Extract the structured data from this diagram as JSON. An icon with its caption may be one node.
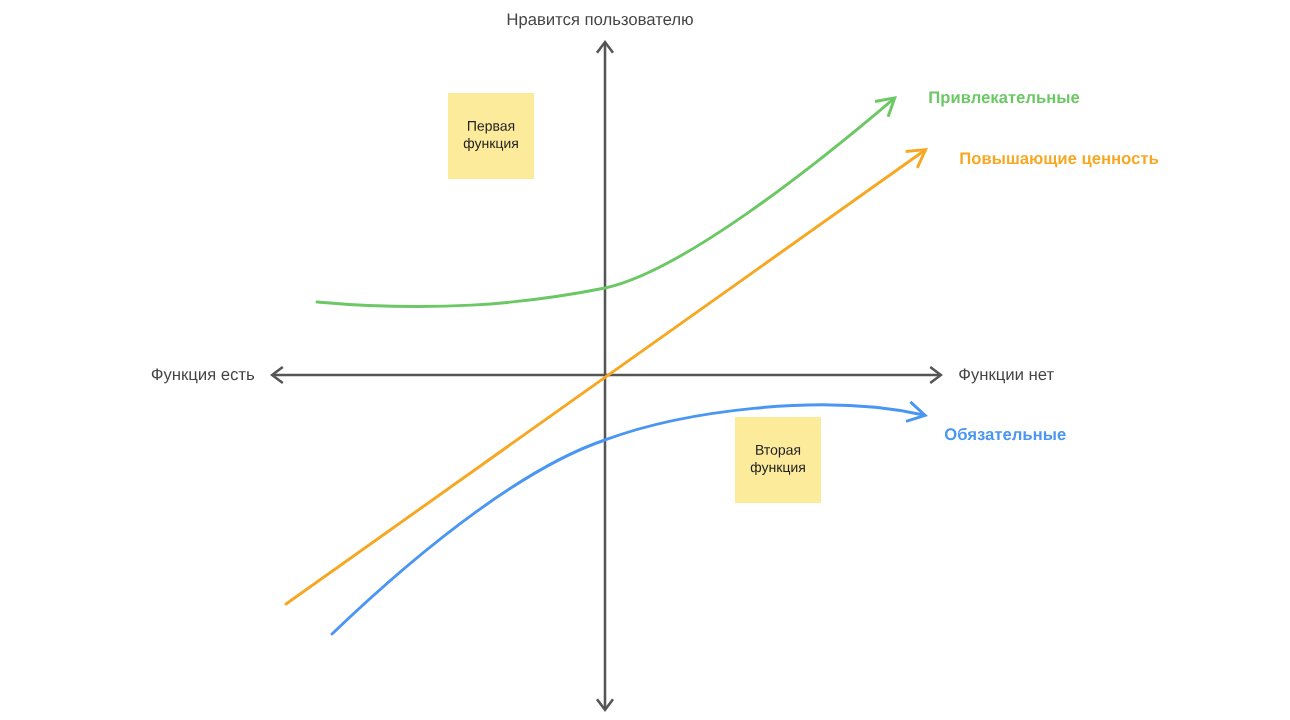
{
  "diagram": {
    "nodes": [
      {
        "text": [
          "Привлекательные"
        ]
      },
      {
        "text": [
          "Первая функция"
        ]
      },
      {
        "text": [
          "Повышающие ценность"
        ]
      },
      {
        "text": [
          "Обязательные"
        ]
      },
      {
        "text": [
          "Вторая функция"
        ]
      }
    ],
    "edges": [
      {
        "from": null,
        "to": 0,
        "arrow": "to",
        "color": "#6cc765"
      },
      {
        "from": null,
        "to": 2,
        "arrow": "to",
        "color": "#f7a823"
      },
      {
        "from": null,
        "to": 3,
        "arrow": "to",
        "color": "#4a96f2"
      }
    ],
    "labels": [
      "Нравится пользователю",
      "Функция есть",
      "Функции нет"
    ]
  }
}
